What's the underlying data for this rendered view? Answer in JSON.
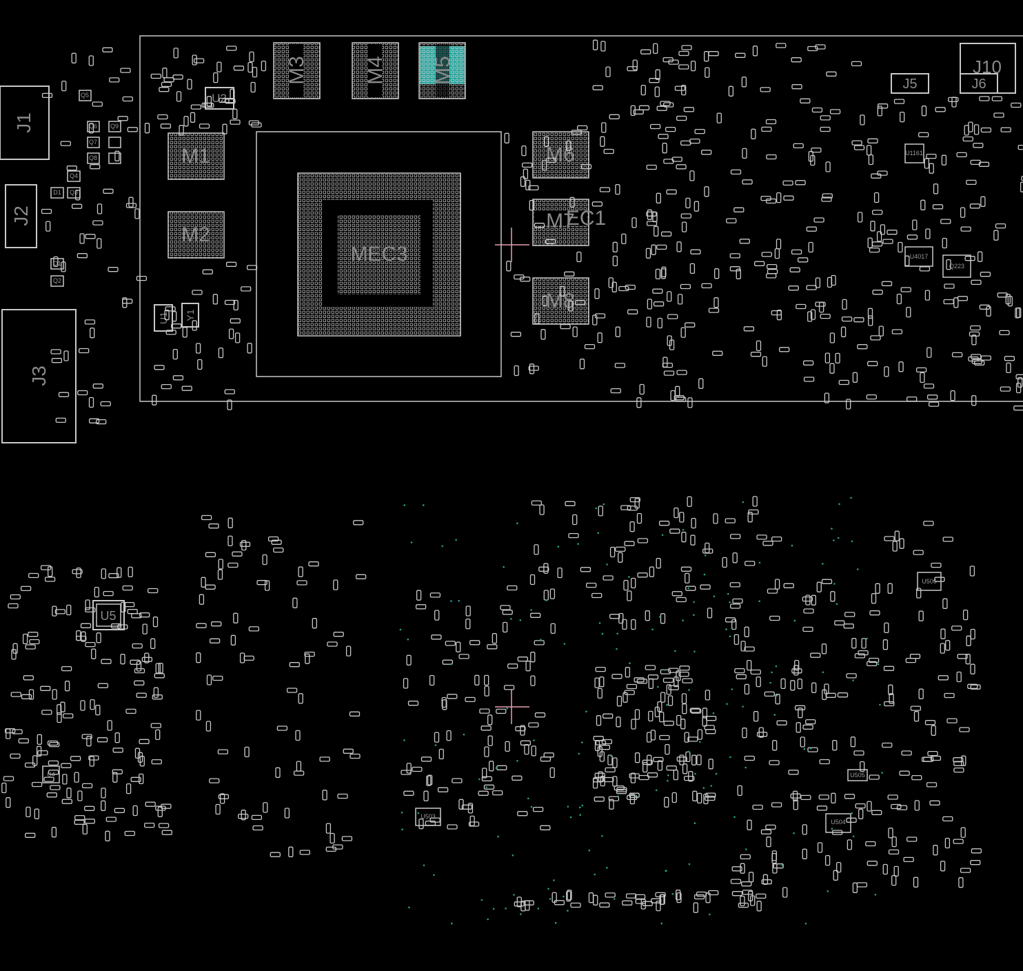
{
  "view": {
    "background": "#000000",
    "outline_color": "#c9c9c9",
    "highlight_color": "#1aa39a",
    "cursor_color": "#e8a0b0",
    "net_dot_color": "#2a9d8f"
  },
  "components": {
    "J1": "J1",
    "J2": "J2",
    "J3": "J3",
    "J5": "J5",
    "J6": "J6",
    "J10": "J10",
    "U2": "U2",
    "M1": "M1",
    "M2": "M2",
    "M3": "M3",
    "M4": "M4",
    "M5": "M5",
    "M6": "M6",
    "M7": "M7",
    "EC1": "EC1",
    "M8": "M8",
    "MEC3": "MEC3",
    "U1": "U1",
    "Y1": "Y1",
    "U5": "U5",
    "U4": "U4",
    "U503": "U503",
    "U504": "U504",
    "U505": "U505",
    "U506": "U506",
    "U4017": "U4017",
    "Q223": "Q223",
    "U1161": "U1161",
    "Q5": "Q5",
    "Q6": "Q6",
    "Q7": "Q7",
    "Q8": "Q8",
    "Q9": "Q9",
    "Q4": "Q4",
    "D1": "D1",
    "Q3": "Q3",
    "Q1": "Q1",
    "Q2": "Q2"
  },
  "selected_component": "M5"
}
